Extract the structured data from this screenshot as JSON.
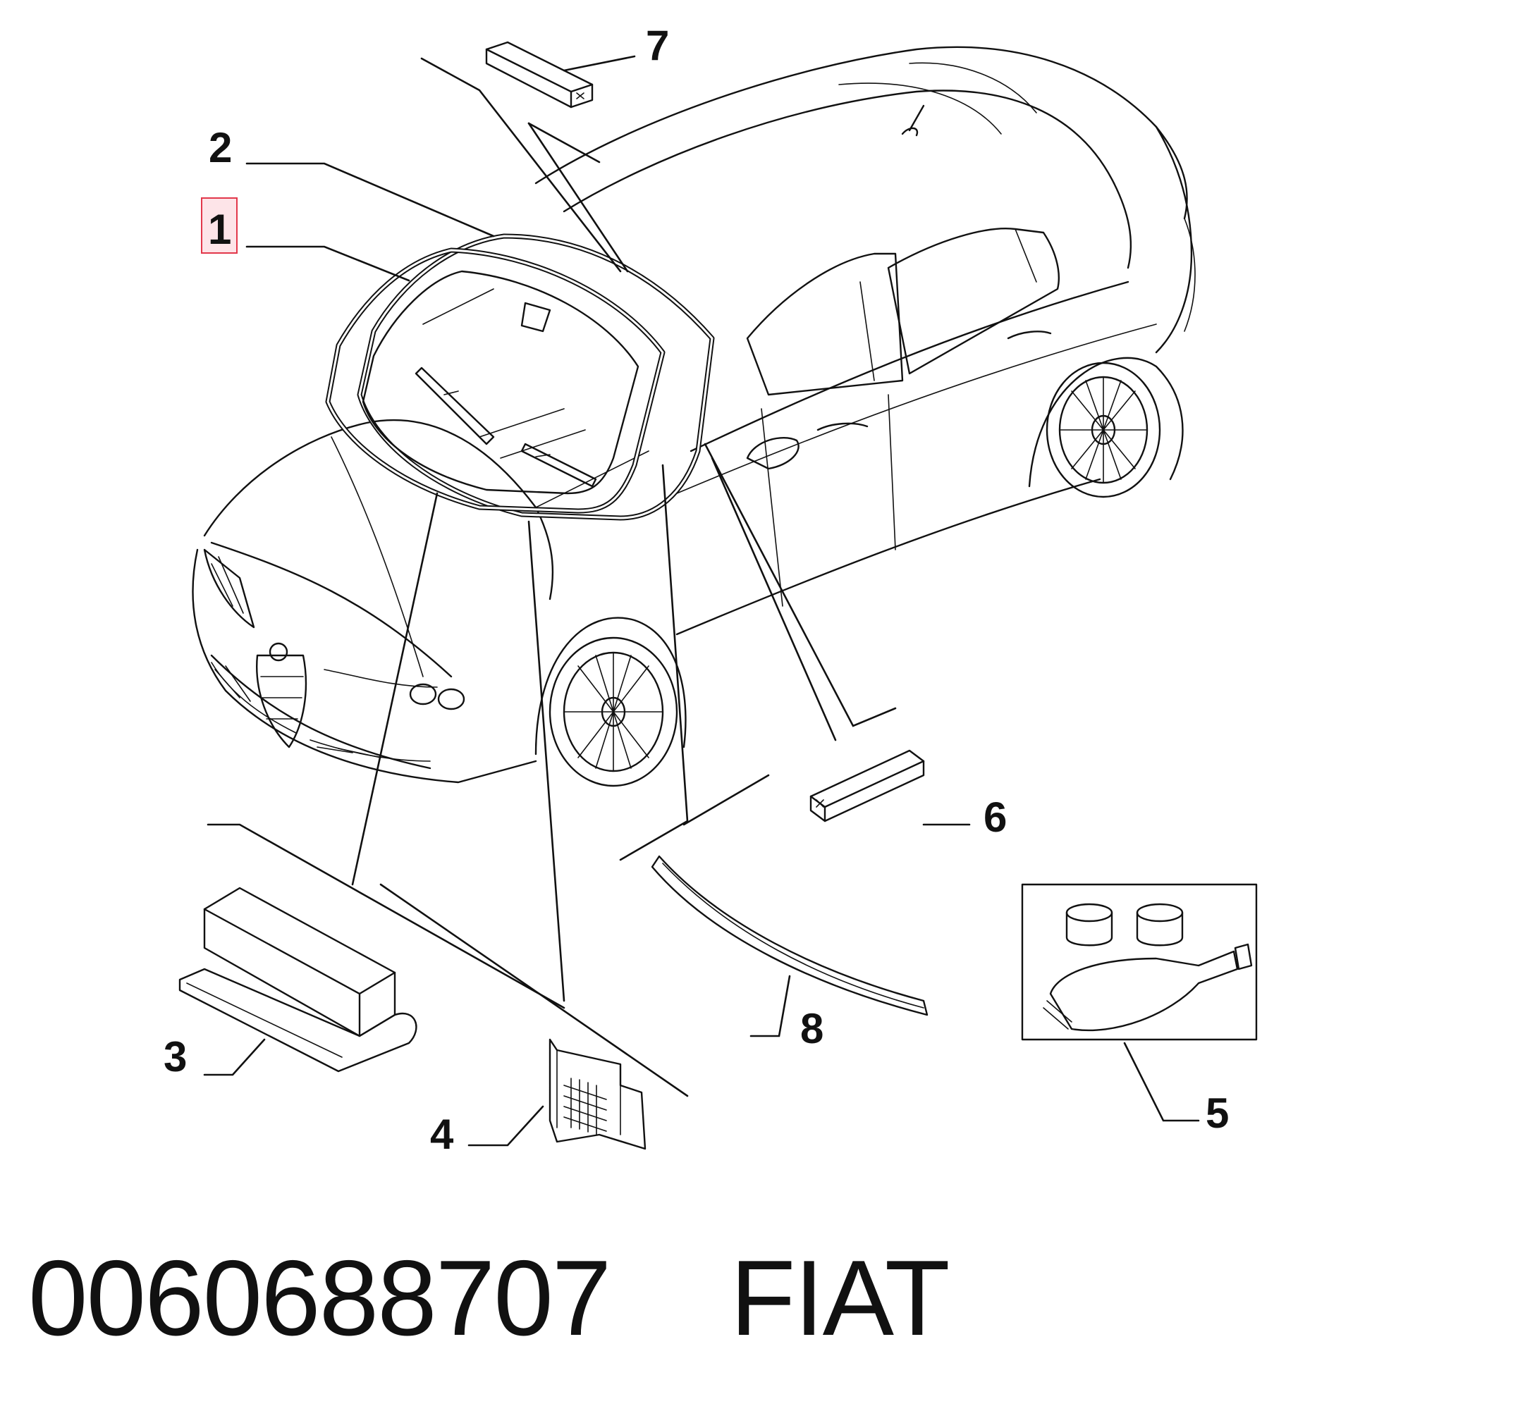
{
  "diagram": {
    "callouts": [
      {
        "id": "1",
        "label": "1",
        "highlighted": true
      },
      {
        "id": "2",
        "label": "2"
      },
      {
        "id": "3",
        "label": "3"
      },
      {
        "id": "4",
        "label": "4"
      },
      {
        "id": "5",
        "label": "5"
      },
      {
        "id": "6",
        "label": "6"
      },
      {
        "id": "7",
        "label": "7"
      },
      {
        "id": "8",
        "label": "8"
      }
    ],
    "highlight_color": "#e2374a"
  },
  "caption": {
    "part_number": "0060688707",
    "brand": "FIAT"
  }
}
